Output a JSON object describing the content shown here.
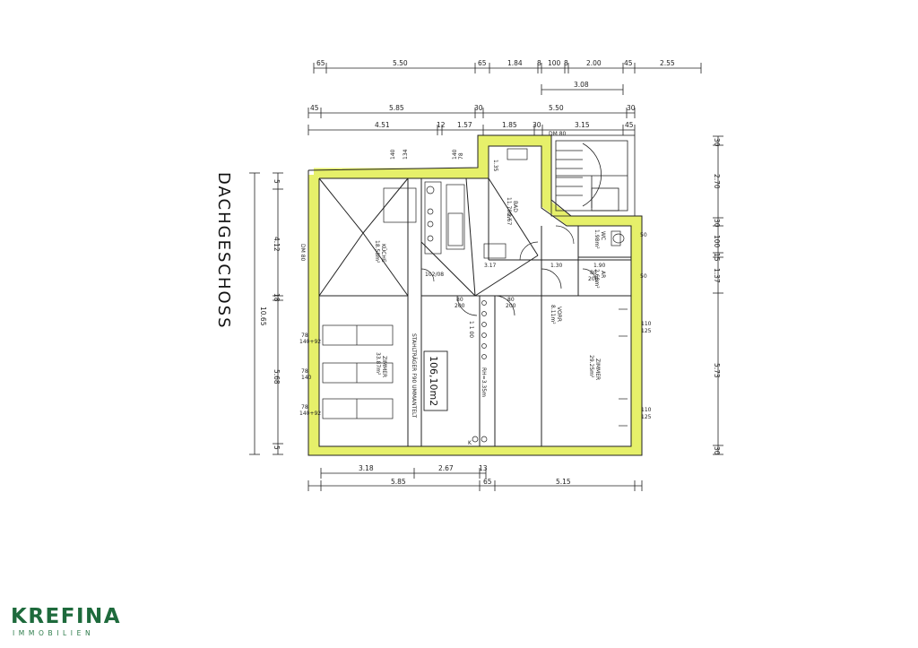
{
  "plan": {
    "floor_title": "DACHGESCHOSS",
    "area_total": "106,10m2",
    "beam_note": "STAHLTRÄGER F90 UMMANTELT",
    "room_height_note": "RH=3.35m"
  },
  "dims_top_outer": [
    "65",
    "5.50",
    "65",
    "1.84",
    "8",
    "100",
    "8",
    "2.00",
    "45",
    "2.55"
  ],
  "dims_top_sub": "3.08",
  "dims_top_mid": [
    "45",
    "5.85",
    "30",
    "5.50",
    "30"
  ],
  "dims_top_inner": [
    "4.51",
    "12",
    "1.57",
    "1.85",
    "30",
    "3.15",
    "45"
  ],
  "dims_left": [
    "5",
    "4.12",
    "18",
    "5.68",
    "5"
  ],
  "dims_left_total": "10.65",
  "dims_right": [
    "30",
    "2.70",
    "30",
    "100",
    "15",
    "1.37",
    "5.73",
    "30"
  ],
  "dims_bottom_inner": [
    "3.18",
    "2.67",
    "13"
  ],
  "dims_bottom_outer": [
    "5.85",
    "65",
    "5.15"
  ],
  "rooms": [
    {
      "name": "KÜCHE",
      "area": "18.58m²"
    },
    {
      "name": "ZIMMER",
      "area": "33.87m²"
    },
    {
      "name": "BAD",
      "area": "11.79m²"
    },
    {
      "name": "WC",
      "area": "1.98m²"
    },
    {
      "name": "AR",
      "area": "2.60m²"
    },
    {
      "name": "VORR",
      "area": "8.11m²"
    },
    {
      "name": "ZIMMER",
      "area": "29.25m²"
    }
  ],
  "openings": {
    "dm80_a": "DM 80",
    "dm80_b": "DM 80",
    "k140": "140",
    "k134": "134",
    "k140b": "140",
    "k78": "78",
    "w78_1": "78",
    "w140_92_1": "140+92",
    "w78_2": "78",
    "w140_2": "140",
    "w78_3": "78",
    "w140_92_3": "140+92",
    "w110_1": "110",
    "w125_1": "125",
    "w110_2": "110",
    "w125_2": "125",
    "w50_1": "50",
    "w50_2": "50",
    "door_80_200_a": "80",
    "door_80_200_b": "200",
    "door_90_200_a": "80",
    "door_90_200_b": "200",
    "door_ar_80": "80",
    "door_ar_200": "200",
    "d_102_08": "102/08",
    "bad_135": "1.35",
    "bad_267": "2.67",
    "ar_130": "1.30",
    "ar_190": "1.90",
    "hall_317": "3.17",
    "stair_nums": "1  1  00",
    "k_mark": "K"
  },
  "brand": {
    "name": "KREFINA",
    "tagline": "IMMOBILIEN",
    "color": "#1e6a3c"
  },
  "colors": {
    "wall_highlight": "#e6f06a",
    "line": "#222222"
  }
}
